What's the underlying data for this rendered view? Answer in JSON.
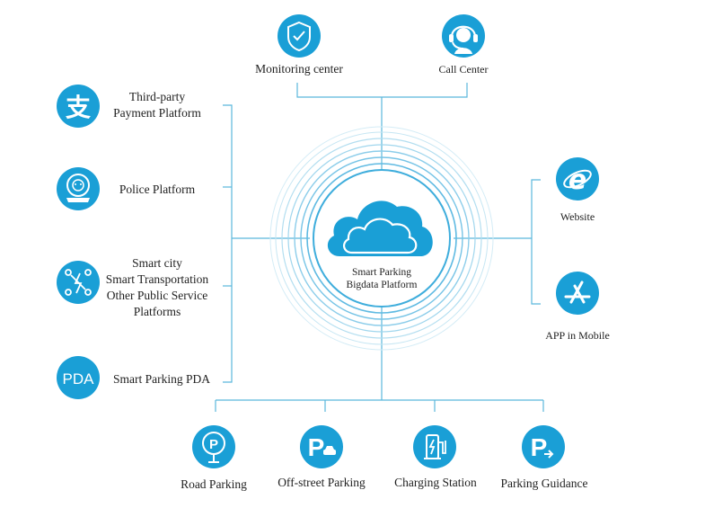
{
  "center": {
    "line1": "Smart Parking",
    "line2": "Bigdata Platform",
    "icon": "cloud-icon"
  },
  "top": [
    {
      "label": "Monitoring center",
      "icon": "shield-check-icon"
    },
    {
      "label": "Call Center",
      "icon": "headset-icon"
    }
  ],
  "left": [
    {
      "lines": [
        "Third-party",
        "Payment Platform"
      ],
      "icon": "alipay-icon"
    },
    {
      "lines": [
        "Police Platform"
      ],
      "icon": "police-badge-icon"
    },
    {
      "lines": [
        "Smart city",
        "Smart Transportation",
        "Other Public Service",
        "Platforms"
      ],
      "icon": "network-icon"
    },
    {
      "lines": [
        "Smart Parking PDA"
      ],
      "icon": "pda-icon",
      "icon_text": "PDA"
    }
  ],
  "right": [
    {
      "label": "Website",
      "icon": "internet-explorer-icon"
    },
    {
      "label": "APP in Mobile",
      "icon": "app-store-icon"
    }
  ],
  "bottom": [
    {
      "label": "Road Parking",
      "icon": "parking-sign-icon"
    },
    {
      "label": "Off-street Parking",
      "icon": "parking-car-icon"
    },
    {
      "label": "Charging Station",
      "icon": "charging-station-icon"
    },
    {
      "label": "Parking Guidance",
      "icon": "parking-guidance-icon"
    }
  ],
  "colors": {
    "accent": "#1a9fd6",
    "line": "#5bb8dc",
    "ring": "#8fd0ea"
  }
}
